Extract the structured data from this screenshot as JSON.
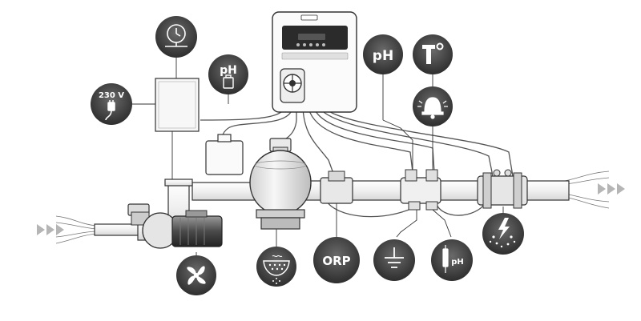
{
  "labels": {
    "voltage": "230 V",
    "ph_tank": "pH",
    "ph_sensor": "pH",
    "ph_probe": "pH",
    "orp": "ORP"
  },
  "colors": {
    "badge_dark": "#4a4a4a",
    "badge_light": "#8a8a8a",
    "pipe_fill": "#f4f4f4",
    "line": "#333333",
    "cable": "#666666"
  },
  "icons": {
    "timer": "clock-icon",
    "power": "power-plug-icon",
    "ph_tank": "chemical-tank-icon",
    "ph_sensor": "ph-sensor-icon",
    "temperature": "thermometer-icon",
    "alarm": "bell-icon",
    "pump": "propeller-icon",
    "filter": "filter-bowl-icon",
    "ground": "ground-icon",
    "ph_probe": "syringe-icon",
    "electrolysis": "lightning-bubbles-icon",
    "flow_in": "flow-in-arrows-icon",
    "flow_out": "flow-out-arrows-icon"
  }
}
